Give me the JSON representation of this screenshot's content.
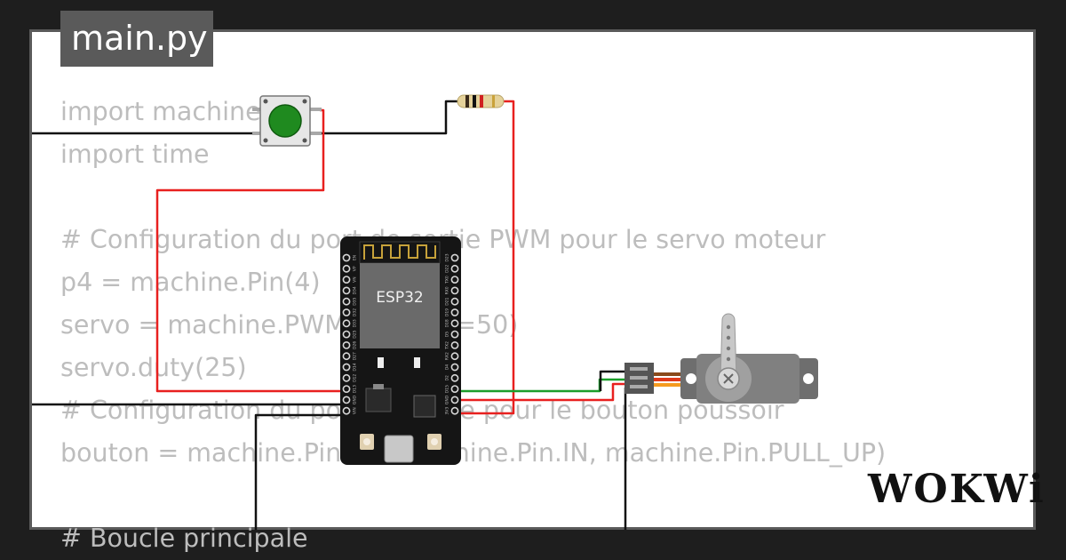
{
  "editor": {
    "file_tab": "main.py",
    "code_lines": [
      "import machine",
      "import time",
      "",
      "# Configuration du port de sortie PWM pour le servo moteur",
      "p4 = machine.Pin(4)",
      "servo = machine.PWM(p4, freq=50)",
      "servo.duty(25)",
      "# Configuration du port d'entrée pour le bouton poussoir",
      "bouton = machine.Pin(15, machine.Pin.IN, machine.Pin.PULL_UP)",
      "",
      "# Boucle principale"
    ]
  },
  "board": {
    "chip_label": "ESP32",
    "left_pins": [
      "EN",
      "VP",
      "VN",
      "D34",
      "D35",
      "D32",
      "D33",
      "D25",
      "D26",
      "D27",
      "D14",
      "D12",
      "D13",
      "GND",
      "VIN"
    ],
    "right_pins": [
      "D23",
      "D22",
      "TX0",
      "RX0",
      "D21",
      "D19",
      "D18",
      "D5",
      "TX2",
      "RX2",
      "D4",
      "D2",
      "D15",
      "GND",
      "3V3"
    ]
  },
  "brand": {
    "logo": "WOKWi"
  },
  "colors": {
    "page_bg": "#1e1e1e",
    "canvas_bg": "#ffffff",
    "frame": "#5a5a5a",
    "code_text": "#bdbdbd",
    "wire_red": "#e8201f",
    "wire_black": "#111111",
    "wire_green": "#1a9e2a",
    "button_cap": "#1f8a1f",
    "servo_body": "#7d7d7d",
    "servo_wire_orange": "#f59b1f",
    "servo_wire_red": "#e03a1c",
    "servo_wire_brown": "#8a4a1c"
  }
}
